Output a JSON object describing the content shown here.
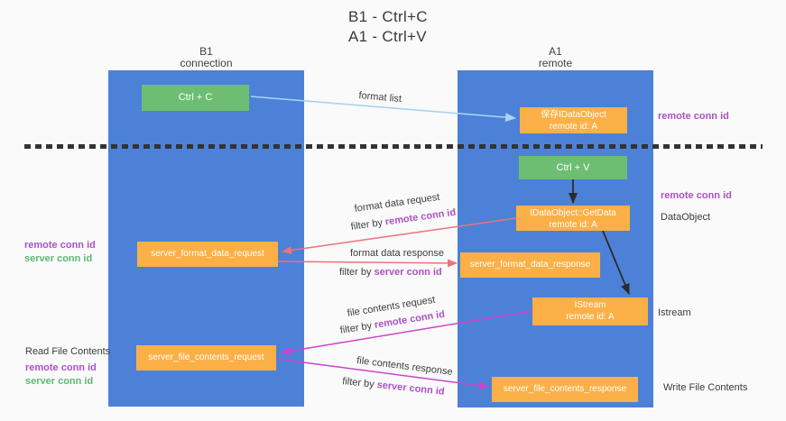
{
  "title": {
    "line1": "B1 - Ctrl+C",
    "line2": "A1 - Ctrl+V"
  },
  "columns": {
    "left": {
      "name": "B1",
      "role": "connection"
    },
    "right": {
      "name": "A1",
      "role": "remote"
    }
  },
  "boxes": {
    "ctrl_c": {
      "label": "Ctrl + C"
    },
    "ctrl_v": {
      "label": "Ctrl + V"
    },
    "saved_dataobject": {
      "line1": "保存IDataObject",
      "line2": "remote id: A"
    },
    "getdata": {
      "line1": "IDataObject::GetData",
      "line2": "remote id: A"
    },
    "istream": {
      "line1": "IStream",
      "line2": "remote id: A"
    },
    "server_format_data_request": {
      "label": "server_format_data_request"
    },
    "server_format_data_response": {
      "label": "server_format_data_response"
    },
    "server_file_contents_request": {
      "label": "server_file_contents_request"
    },
    "server_file_contents_response": {
      "label": "server_file_contents_response"
    }
  },
  "annotations": {
    "format_list": "format list",
    "format_data_request": "format data request",
    "format_data_response": "format data response",
    "file_contents_request": "file contents request",
    "file_contents_response": "file contents response",
    "filter_by": "filter by",
    "remote_conn_id": "remote conn id",
    "server_conn_id": "server conn id"
  },
  "side_labels": {
    "remote_conn_id": "remote conn id",
    "server_conn_id": "server conn id",
    "read_file_contents": "Read File Contents",
    "write_file_contents": "Write File Contents",
    "dataobject": "DataObject",
    "istream": "Istream"
  },
  "colors": {
    "column_blue": "#4d81d7",
    "box_green": "#6dbe73",
    "box_orange": "#fab047",
    "label_purple": "#ac52c4",
    "label_green": "#5cb974",
    "arrow_salmon": "#eb737b",
    "arrow_magenta": "#cc44cc",
    "arrow_lightblue": "#a8d3f3",
    "arrow_black": "#2b2b2b",
    "dash_color": "#333333"
  }
}
